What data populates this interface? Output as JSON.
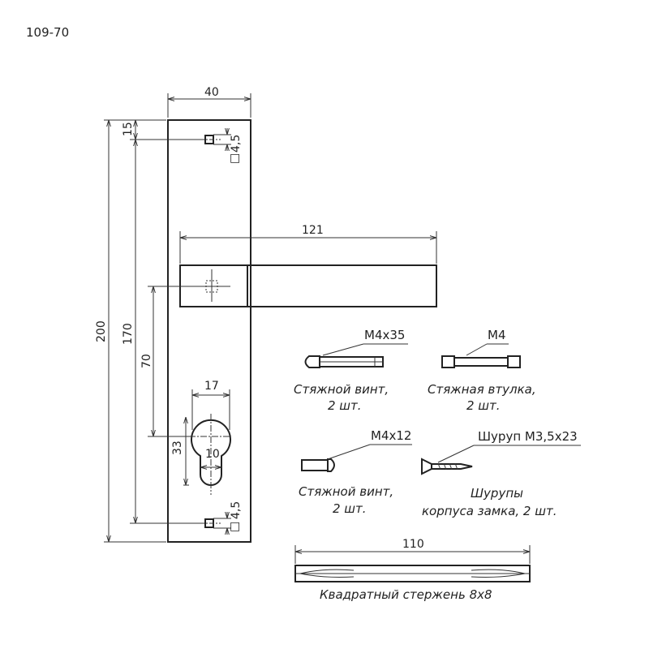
{
  "drawing": {
    "code": "109-70",
    "dimensions": {
      "plate_width": "40",
      "top_offset": "15",
      "total_height": "200",
      "hole_spacing": "170",
      "handle_to_cylinder": "70",
      "handle_length": "121",
      "cylinder_width": "17",
      "cylinder_height": "33",
      "cylinder_slot": "10",
      "hole_size_top": "4,5",
      "hole_size_bottom": "4,5",
      "rod_length": "110"
    },
    "parts": [
      {
        "spec": "M4x35",
        "caption_line1": "Стяжной винт,",
        "caption_line2": "2 шт."
      },
      {
        "spec": "M4",
        "caption_line1": "Стяжная втулка,",
        "caption_line2": "2 шт."
      },
      {
        "spec": "M4x12",
        "caption_line1": "Стяжной винт,",
        "caption_line2": "2 шт."
      },
      {
        "spec": "Шуруп М3,5x23",
        "caption_line1": "Шурупы",
        "caption_line2": "корпуса замка, 2 шт."
      }
    ],
    "rod_caption": "Квадратный стержень 8x8",
    "square_symbol": "□"
  }
}
